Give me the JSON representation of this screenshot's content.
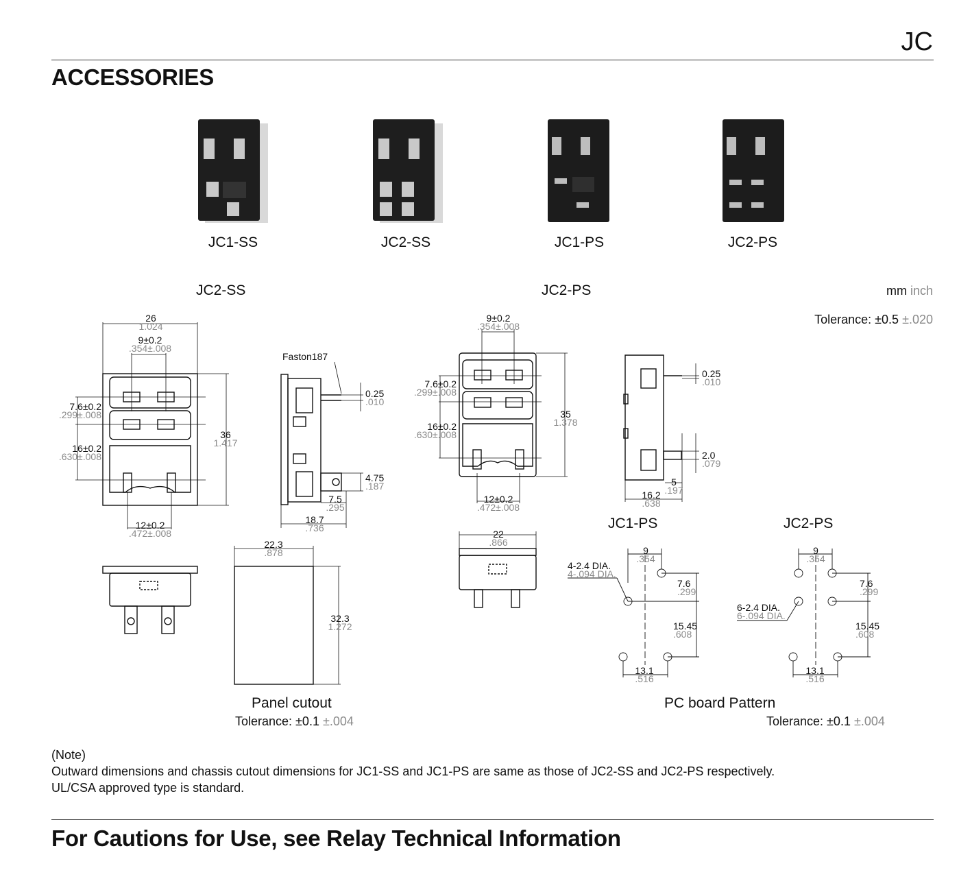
{
  "header": {
    "series_code": "JC"
  },
  "section_title": "ACCESSORIES",
  "products": [
    {
      "label": "JC1-SS"
    },
    {
      "label": "JC2-SS"
    },
    {
      "label": "JC1-PS"
    },
    {
      "label": "JC2-PS"
    }
  ],
  "diagrams": {
    "left_title": "JC2-SS",
    "center_title": "JC2-PS",
    "jc1ps_title": "JC1-PS",
    "jc2ps_title": "JC2-PS",
    "units": {
      "mm": "mm",
      "inch": "inch"
    },
    "tolerance_main": {
      "label": "Tolerance: ±0.5",
      "inch": "±.020"
    },
    "panel_cutout": {
      "label": "Panel cutout",
      "tol": "Tolerance: ±0.1",
      "tol_inch": "±.004"
    },
    "pc_board": {
      "label": "PC board Pattern",
      "tol": "Tolerance: ±0.1",
      "tol_inch": "±.004"
    },
    "dims": {
      "ss_width": [
        "26",
        "1.024"
      ],
      "ss_pitch9": [
        "9±0.2",
        ".354±.008"
      ],
      "ss_76": [
        "7.6±0.2",
        ".299±.008"
      ],
      "ss_16": [
        "16±0.2",
        ".630±.008"
      ],
      "ss_36": [
        "36",
        "1.417"
      ],
      "ss_12": [
        "12±0.2",
        ".472±.008"
      ],
      "faston": "Faston187",
      "side_025": [
        "0.25",
        ".010"
      ],
      "side_475": [
        "4.75",
        ".187"
      ],
      "side_75": [
        "7.5",
        ".295"
      ],
      "side_187": [
        "18.7",
        ".736"
      ],
      "cut_223": [
        "22.3",
        ".878"
      ],
      "cut_323": [
        "32.3",
        "1.272"
      ],
      "ps_pitch9": [
        "9±0.2",
        ".354±.008"
      ],
      "ps_76": [
        "7.6±0.2",
        ".299±.008"
      ],
      "ps_16": [
        "16±0.2",
        ".630±.008"
      ],
      "ps_35": [
        "35",
        "1.378"
      ],
      "ps_12": [
        "12±0.2",
        ".472±.008"
      ],
      "ps_22": [
        "22",
        ".866"
      ],
      "ps_side_025": [
        "0.25",
        ".010"
      ],
      "ps_side_20": [
        "2.0",
        ".079"
      ],
      "ps_side_5": [
        "5",
        ".197"
      ],
      "ps_side_162": [
        "16.2",
        ".638"
      ],
      "pcb1_9": [
        "9",
        ".354"
      ],
      "pcb1_hole": [
        "4-2.4 DIA.",
        "4-.094 DIA."
      ],
      "pcb1_76": [
        "7.6",
        ".299"
      ],
      "pcb1_1545": [
        "15.45",
        ".608"
      ],
      "pcb1_131": [
        "13.1",
        ".516"
      ],
      "pcb2_9": [
        "9",
        ".354"
      ],
      "pcb2_hole": [
        "6-2.4 DIA.",
        "6-.094 DIA."
      ],
      "pcb2_76": [
        "7.6",
        ".299"
      ],
      "pcb2_1545": [
        "15.45",
        ".608"
      ],
      "pcb2_131": [
        "13.1",
        ".516"
      ]
    }
  },
  "note": {
    "heading": "(Note)",
    "line1": "Outward dimensions and chassis cutout dimensions for JC1-SS and JC1-PS are same as those of JC2-SS and JC2-PS respectively.",
    "line2": "UL/CSA approved type is standard."
  },
  "footer_title": "For Cautions for Use, see Relay Technical Information"
}
